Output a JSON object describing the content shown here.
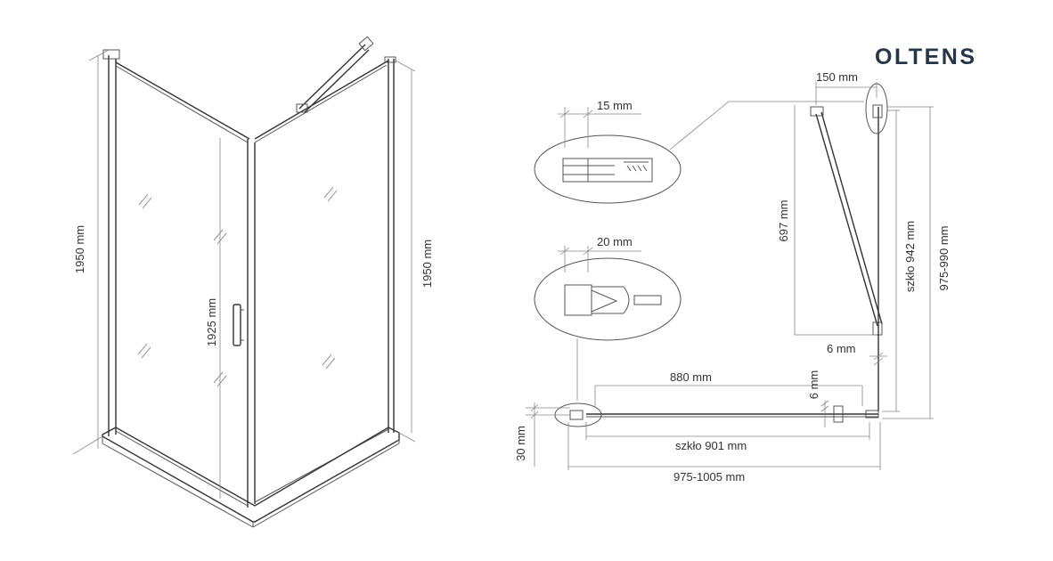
{
  "brand": {
    "name": "OLTENS",
    "color": "#263548"
  },
  "dimensions": {
    "height_left": "1950 mm",
    "height_inner": "1925 mm",
    "height_right": "1950 mm",
    "detail_top": "15 mm",
    "detail_mid": "20 mm",
    "arm_width": "150 mm",
    "arm_length": "697 mm",
    "glass_side": "szkło 942 mm",
    "side_range": "975-990 mm",
    "gap_side": "6 mm",
    "door_opening": "880 mm",
    "gap_front": "6 mm",
    "glass_front": "szkło 901 mm",
    "front_range": "975-1005 mm",
    "tray_height": "30 mm"
  }
}
